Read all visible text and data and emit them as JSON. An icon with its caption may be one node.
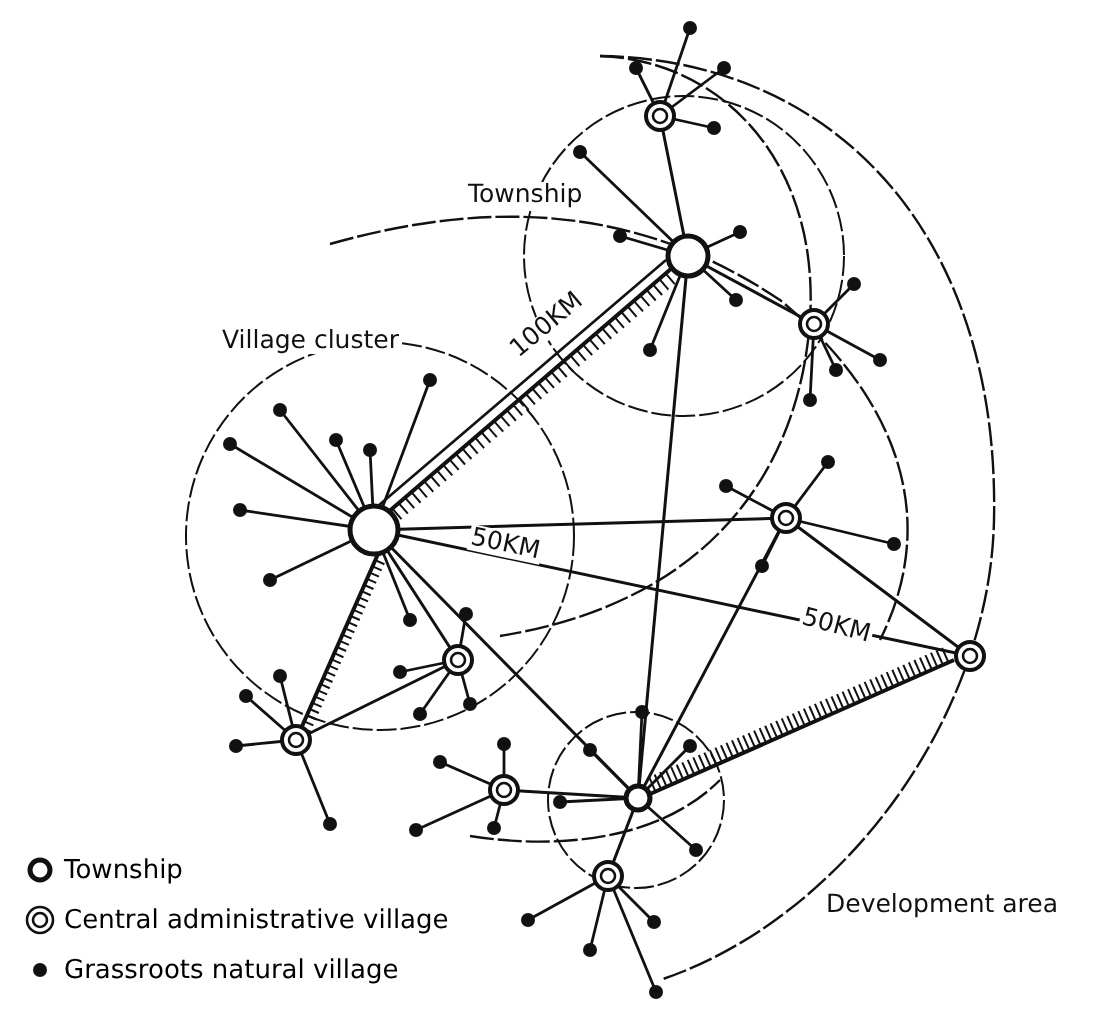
{
  "diagram": {
    "labels": [
      "Township",
      "Village cluster",
      "100KM",
      "50KM",
      "50KM",
      "Development area"
    ],
    "legend": [
      {
        "text": "Township"
      },
      {
        "text": "Central administrative village"
      },
      {
        "text": "Grassroots natural village"
      }
    ]
  }
}
